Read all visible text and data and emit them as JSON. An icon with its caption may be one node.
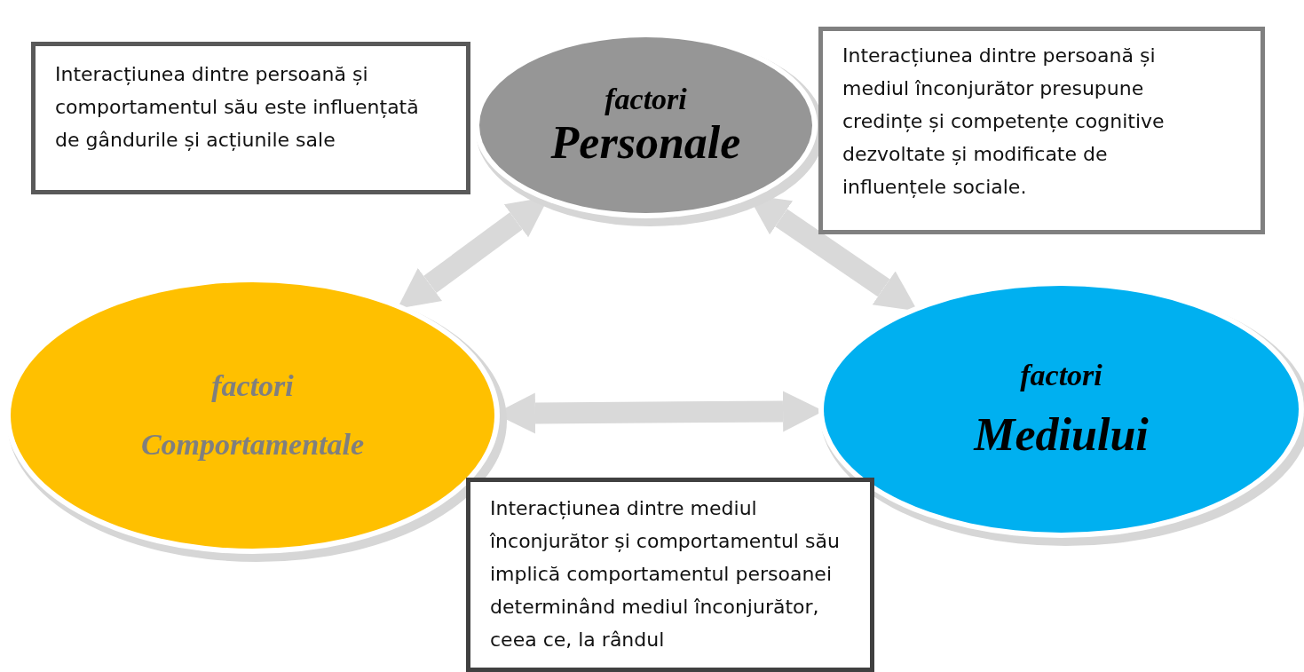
{
  "diagram": {
    "nodes": [
      {
        "text": [
          "Interacțiunea dintre persoană și comportamentul său este influențată de gândurile și acțiunile sale"
        ]
      },
      {
        "text": [
          "factori",
          "Personale"
        ]
      },
      {
        "text": [
          "Interacțiunea dintre persoană și mediul înconjurător presupune credințe și competențe cognitive dezvoltate și modificate de influențele sociale."
        ]
      },
      {
        "text": [
          "factori",
          "Comportamentale"
        ]
      },
      {
        "text": [
          "factori",
          "Mediului"
        ]
      },
      {
        "text": [
          "Interacțiunea dintre mediul înconjurător și comportamentul său implică comportamentul persoanei determinând mediul înconjurător, ceea ce, la rândul"
        ]
      }
    ],
    "edges": [
      {
        "from": 1,
        "to": 3,
        "arrow": "both"
      },
      {
        "from": 1,
        "to": 4,
        "arrow": "both"
      },
      {
        "from": 3,
        "to": 4,
        "arrow": "both"
      }
    ]
  }
}
